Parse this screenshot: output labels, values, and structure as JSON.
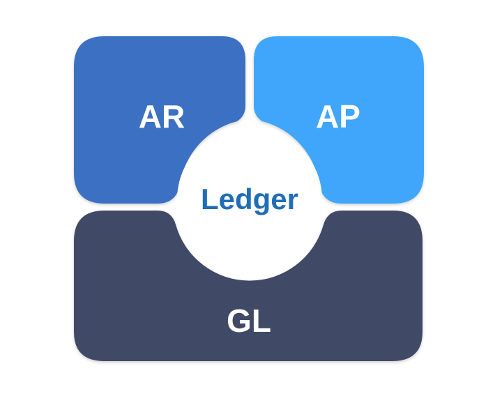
{
  "diagram": {
    "blocks": {
      "ar": {
        "label": "AR",
        "color": "#3A70C2"
      },
      "ap": {
        "label": "AP",
        "color": "#3FA6FB"
      },
      "gl": {
        "label": "GL",
        "color": "#404A66"
      }
    },
    "center": {
      "label": "Ledger",
      "color": "#1F6DB8",
      "background": "#ffffff"
    }
  }
}
